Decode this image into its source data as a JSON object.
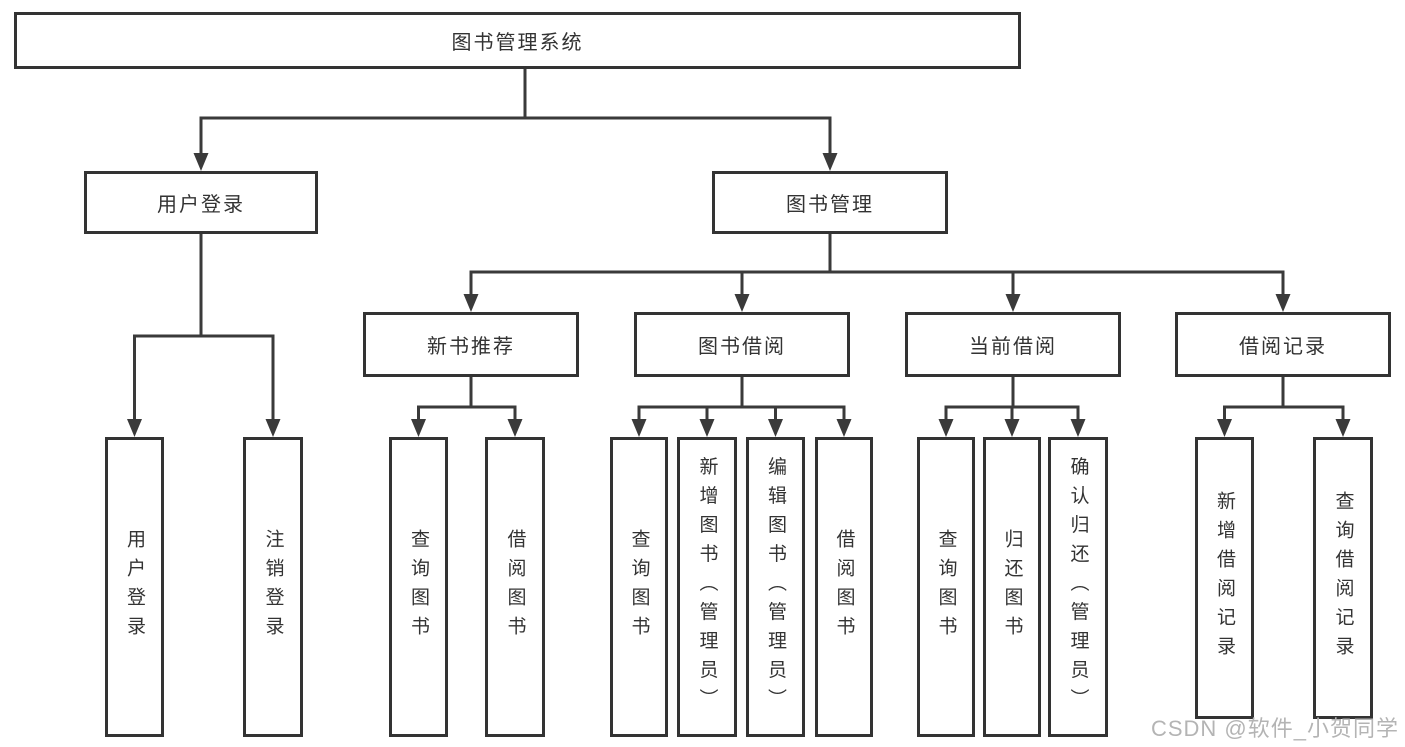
{
  "tree": {
    "label": "图书管理系统",
    "children": [
      {
        "label": "用户登录",
        "children": [
          {
            "label": "用户登录"
          },
          {
            "label": "注销登录"
          }
        ]
      },
      {
        "label": "图书管理",
        "children": [
          {
            "label": "新书推荐",
            "children": [
              {
                "label": "查询图书"
              },
              {
                "label": "借阅图书"
              }
            ]
          },
          {
            "label": "图书借阅",
            "children": [
              {
                "label": "查询图书"
              },
              {
                "label": "新增图书（管理员）"
              },
              {
                "label": "编辑图书（管理员）"
              },
              {
                "label": "借阅图书"
              }
            ]
          },
          {
            "label": "当前借阅",
            "children": [
              {
                "label": "查询图书"
              },
              {
                "label": "归还图书"
              },
              {
                "label": "确认归还（管理员）"
              }
            ]
          },
          {
            "label": "借阅记录",
            "children": [
              {
                "label": "新增借阅记录"
              },
              {
                "label": "查询借阅记录"
              }
            ]
          }
        ]
      }
    ]
  },
  "watermark": "CSDN @软件_小贺同学",
  "colors": {
    "line": "#3a3a3a",
    "box_border": "#333333",
    "text": "#333333",
    "background": "#ffffff",
    "watermark": "#b4b4b4"
  }
}
